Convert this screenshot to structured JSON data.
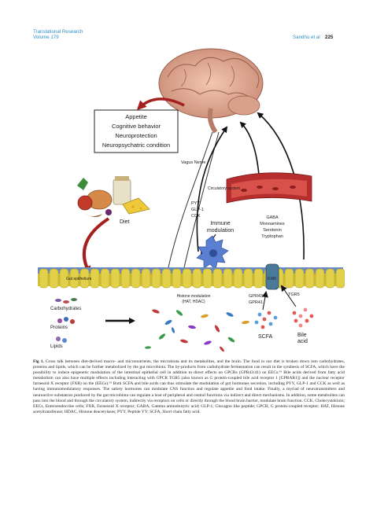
{
  "header": {
    "journal": "Translational Research",
    "volume": "Volume 179",
    "authors": "Sandhu et al",
    "page": "225"
  },
  "figure": {
    "box_lines": [
      "Appetite",
      "Cognitive behavior",
      "Neuroprotection",
      "Neuropsychatric condition"
    ],
    "vagus": "Vagus Nerve",
    "circulatory": "Circulatory system",
    "neuro": [
      "GABA",
      "Monoamines",
      "Serotonin",
      "Tryptophan"
    ],
    "hormones": [
      "PYY",
      "GLP-1",
      "CCK"
    ],
    "immune": [
      "Immune",
      "modulation"
    ],
    "diet": "Diet",
    "gut_epithelium": "Gut epithelium",
    "nutrients": [
      "Carbohydrates",
      "Proteins",
      "Lipids"
    ],
    "fxr": "FXR",
    "tgr5": "TGR5",
    "gpr43": "GPR43",
    "gpr41": "GPR41",
    "histone": [
      "Histone modulation",
      "(HAT, HDAC)"
    ],
    "scfa": "SCFA",
    "bile": [
      "Bile",
      "acid"
    ]
  },
  "caption": {
    "label": "Fig 1.",
    "text": "Cross talk between diet-derived macro- and micronutrients, the microbiota and its metabolites, and the brain. The food in our diet is broken down into carbohydrates, proteins and lipids, which can be further metabolized by the gut microbiota. The by-products from carbohydrate fermentation can result in the synthesis of SCFA, which have the possibility to induce epigenetic modulation of the intestinal epithelial cell in addition to direct effects on GPCRs (GPR43/41) on EECs.⁹³ Bile acids derived from fatty acid metabolism can also have multiple effects including interacting with GPCR TGR5 (also known as G protein-coupled bile acid receptor 1 [GPBAR1]) and the nuclear receptor farnesoid X receptor (FXR) on the (EECs).⁹¹ Both SCFA and bile acids can thus stimulate the modulation of gut hormones secretion, including PYY, GLP-1 and CCK as well as having immunomodulatory responses. The satiety hormones can modulate CNS function and regulate appetite and food intake. Finally, a myriad of neurotransmitters and neuroactive substances produced by the gut microbiota can regulate a host of peripheral and central functions via indirect and direct mechanisms. In addition, some metabolites can pass into the blood and through the circulatory system, indirectly via receptors on cells or directly through the blood brain barrier, modulate brain function. CCK, Cholecystokinin; EECs, Enteroendocrine cells; FXR, Farnesoid X receptor; GABA, Gamma aminobutyric acid; GLP-1, Glucagon like peptide; GPCR, G protein-coupled receptor; HAT, Histone acetyltransferase; HDAC, Histone deacetylases; PYY, Peptide YY; SCFA, Short chain fatty acid."
  }
}
